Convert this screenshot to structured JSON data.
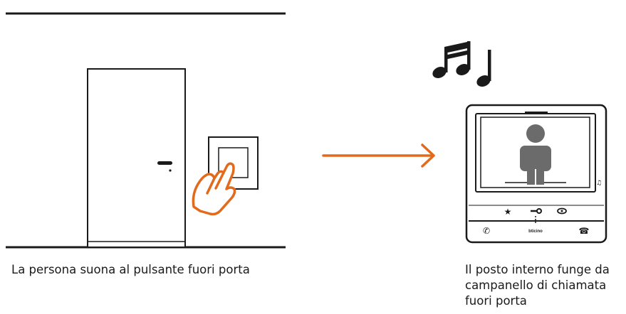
{
  "captions": {
    "left": "La persona suona al pulsante fuori porta",
    "right_lines": [
      "Il posto interno funge da",
      "campanello di chiamata",
      "fuori porta"
    ]
  },
  "device": {
    "brand": "bticino"
  },
  "icons": [
    "door",
    "door-handle",
    "doorbell-push-button",
    "pressing-hand-icon",
    "arrow-right-icon",
    "music-notes-icon",
    "video-intercom",
    "caller-silhouette-icon",
    "star-icon",
    "key-icon",
    "eye-icon",
    "phone-answer-icon",
    "phone-hangup-icon",
    "bell-mute-icon"
  ],
  "colors": {
    "accent": "#e26a1c",
    "line": "#1a1a1a",
    "background": "#ffffff"
  }
}
